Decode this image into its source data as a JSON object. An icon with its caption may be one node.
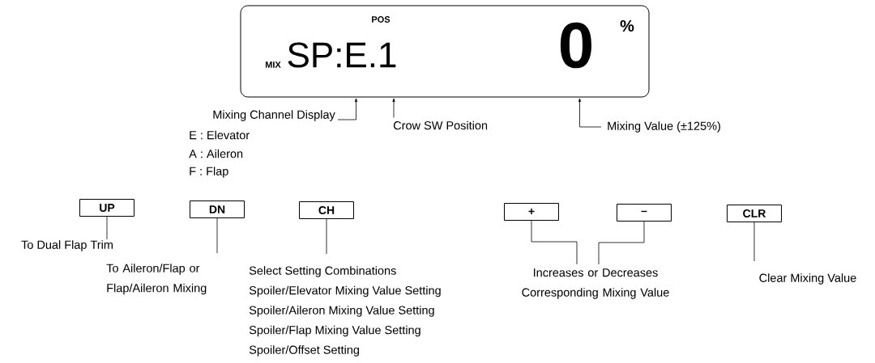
{
  "diagram": {
    "nodes": [
      {
        "text": [
          "POS",
          "MIX",
          "SP:E.1",
          "0",
          "%"
        ]
      },
      {
        "text": [
          "Mixing Channel Display"
        ]
      },
      {
        "text": [
          "Crow SW Position"
        ]
      },
      {
        "text": [
          "Mixing Value (±125%)"
        ]
      },
      {
        "text": [
          "UP"
        ]
      },
      {
        "text": [
          "DN"
        ]
      },
      {
        "text": [
          "CH"
        ]
      },
      {
        "text": [
          "+"
        ]
      },
      {
        "text": [
          "–"
        ]
      },
      {
        "text": [
          "CLR"
        ]
      },
      {
        "text": [
          "To Dual Flap Trim"
        ]
      },
      {
        "text": [
          "To Aileron/Flap or Flap/Aileron Mixing"
        ]
      },
      {
        "text": [
          "Select Setting Combinations",
          "Spoiler/Elevator Mixing Value Setting",
          "Spoiler/Aileron Mixing Value Setting",
          "Spoiler/Flap Mixing Value Setting",
          "Spoiler/Offset Setting"
        ]
      },
      {
        "text": [
          "Increases or Decreases Corresponding Mixing Value"
        ]
      },
      {
        "text": [
          "Clear Mixing Value"
        ]
      }
    ],
    "edges": [
      {
        "from": 1,
        "to": 0,
        "arrow": "to"
      },
      {
        "from": 2,
        "to": 0,
        "arrow": "to"
      },
      {
        "from": 3,
        "to": 0,
        "arrow": "to"
      },
      {
        "from": 4,
        "to": 10,
        "arrow": "none"
      },
      {
        "from": 5,
        "to": 11,
        "arrow": "none"
      },
      {
        "from": 6,
        "to": 12,
        "arrow": "none"
      },
      {
        "from": 7,
        "to": 13,
        "arrow": "none"
      },
      {
        "from": 8,
        "to": 13,
        "arrow": "none"
      },
      {
        "from": 9,
        "to": 14,
        "arrow": "none"
      }
    ],
    "labels": [
      "E : Elevator",
      "A : Aileron",
      "F : Flap"
    ]
  }
}
